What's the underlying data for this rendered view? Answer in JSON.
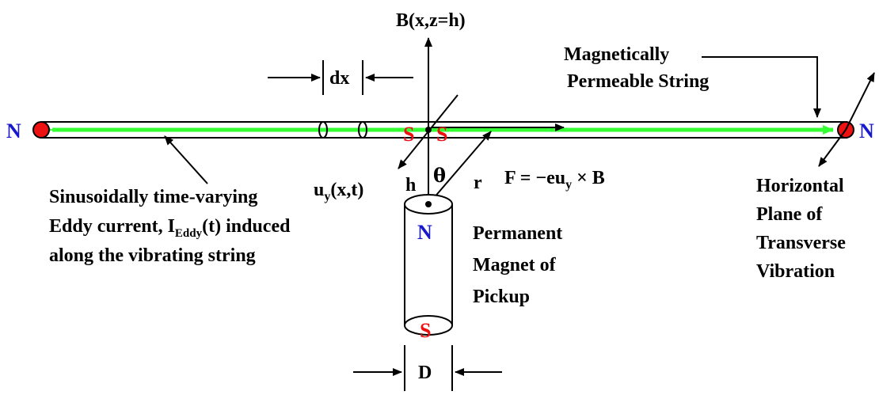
{
  "colors": {
    "green": "#33ff33",
    "red": "#ee1111",
    "blue": "#1818cc",
    "black": "#000000"
  },
  "labels": {
    "b_field": "B(x,z=h)",
    "dx": "dx",
    "string_line1": "Magnetically",
    "string_line2": "Permeable String",
    "left_n": "N",
    "right_n": "N",
    "s_left": "S",
    "s_right": "S",
    "magnet_top": "N",
    "magnet_bottom": "S",
    "force_main": "F = −eu",
    "force_sub": "y",
    "force_end": " × B",
    "uy_main": "u",
    "uy_sub": "y",
    "uy_end": "(x,t)",
    "h": "h",
    "theta": "θ",
    "r": "r",
    "eddy_line1": "Sinusoidally time-varying",
    "eddy_line2_a": "Eddy current, I",
    "eddy_line2_sub": "Eddy",
    "eddy_line2_b": "(t) induced",
    "eddy_line3": "along the vibrating string",
    "magnet_line1": "Permanent",
    "magnet_line2": "Magnet of",
    "magnet_line3": "Pickup",
    "plane_line1": "Horizontal",
    "plane_line2": "Plane of",
    "plane_line3": "Transverse",
    "plane_line4": "Vibration",
    "d": "D"
  }
}
